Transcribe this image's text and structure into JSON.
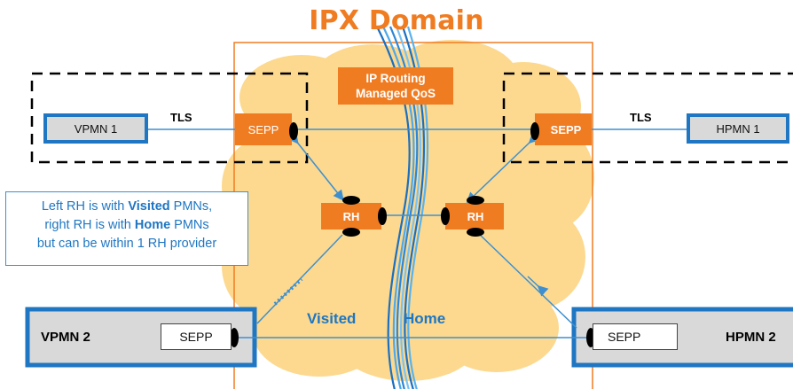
{
  "title": "IPX Domain",
  "routing_box": {
    "line1": "IP Routing",
    "line2": "Managed QoS"
  },
  "left_network": {
    "vpmn1": "VPMN 1",
    "tls": "TLS",
    "sepp": "SEPP"
  },
  "right_network": {
    "hpmn1": "HPMN 1",
    "tls": "TLS",
    "sepp": "SEPP"
  },
  "rh_left": "RH",
  "rh_right": "RH",
  "note": {
    "l1a": "Left RH is with ",
    "l1b": "Visited",
    "l1c": " PMNs,",
    "l2a": "right RH is with ",
    "l2b": "Home",
    "l2c": " PMNs",
    "l3": "but can be within 1 RH provider"
  },
  "bottom_left": {
    "name": "VPMN 2",
    "sepp": "SEPP"
  },
  "bottom_right": {
    "name": "HPMN 2",
    "sepp": "SEPP"
  },
  "visited_label": "Visited",
  "home_label": "Home",
  "colors": {
    "orange": "#F07C22",
    "blue": "#1F76C2",
    "cloud": "#FCD98F",
    "gray_box": "#D9D9D9"
  }
}
